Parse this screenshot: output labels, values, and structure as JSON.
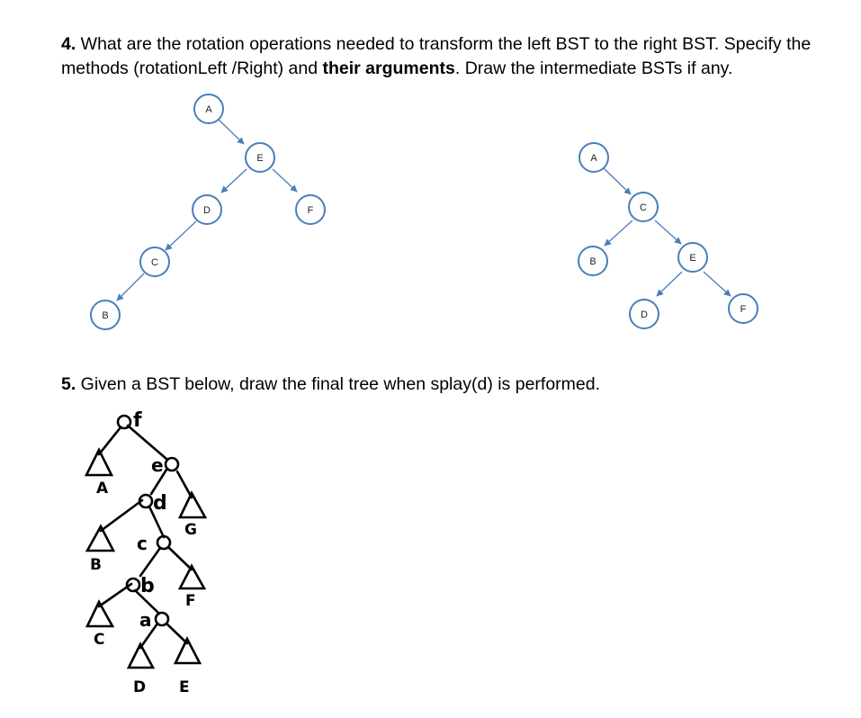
{
  "q4": {
    "number": "4.",
    "text_1": " What are the rotation operations needed to transform the left BST to the right BST. Specify the methods (rotationLeft /Right) and ",
    "bold": "their arguments",
    "text_2": ". Draw the intermediate BSTs if any."
  },
  "left_bst": {
    "nodes": [
      "A",
      "E",
      "D",
      "F",
      "C",
      "B"
    ]
  },
  "right_bst": {
    "nodes": [
      "A",
      "C",
      "B",
      "E",
      "D",
      "F"
    ]
  },
  "q5": {
    "number": "5.",
    "text": " Given a BST below, draw the final tree when splay(d) is performed."
  },
  "splay_tree": {
    "node_labels": [
      "f",
      "e",
      "d",
      "c",
      "b",
      "a"
    ],
    "subtree_labels": [
      "A",
      "G",
      "B",
      "F",
      "C",
      "D",
      "E"
    ]
  },
  "colors": {
    "node_stroke": "#4a7ebb",
    "edge": "#4a7ebb"
  }
}
